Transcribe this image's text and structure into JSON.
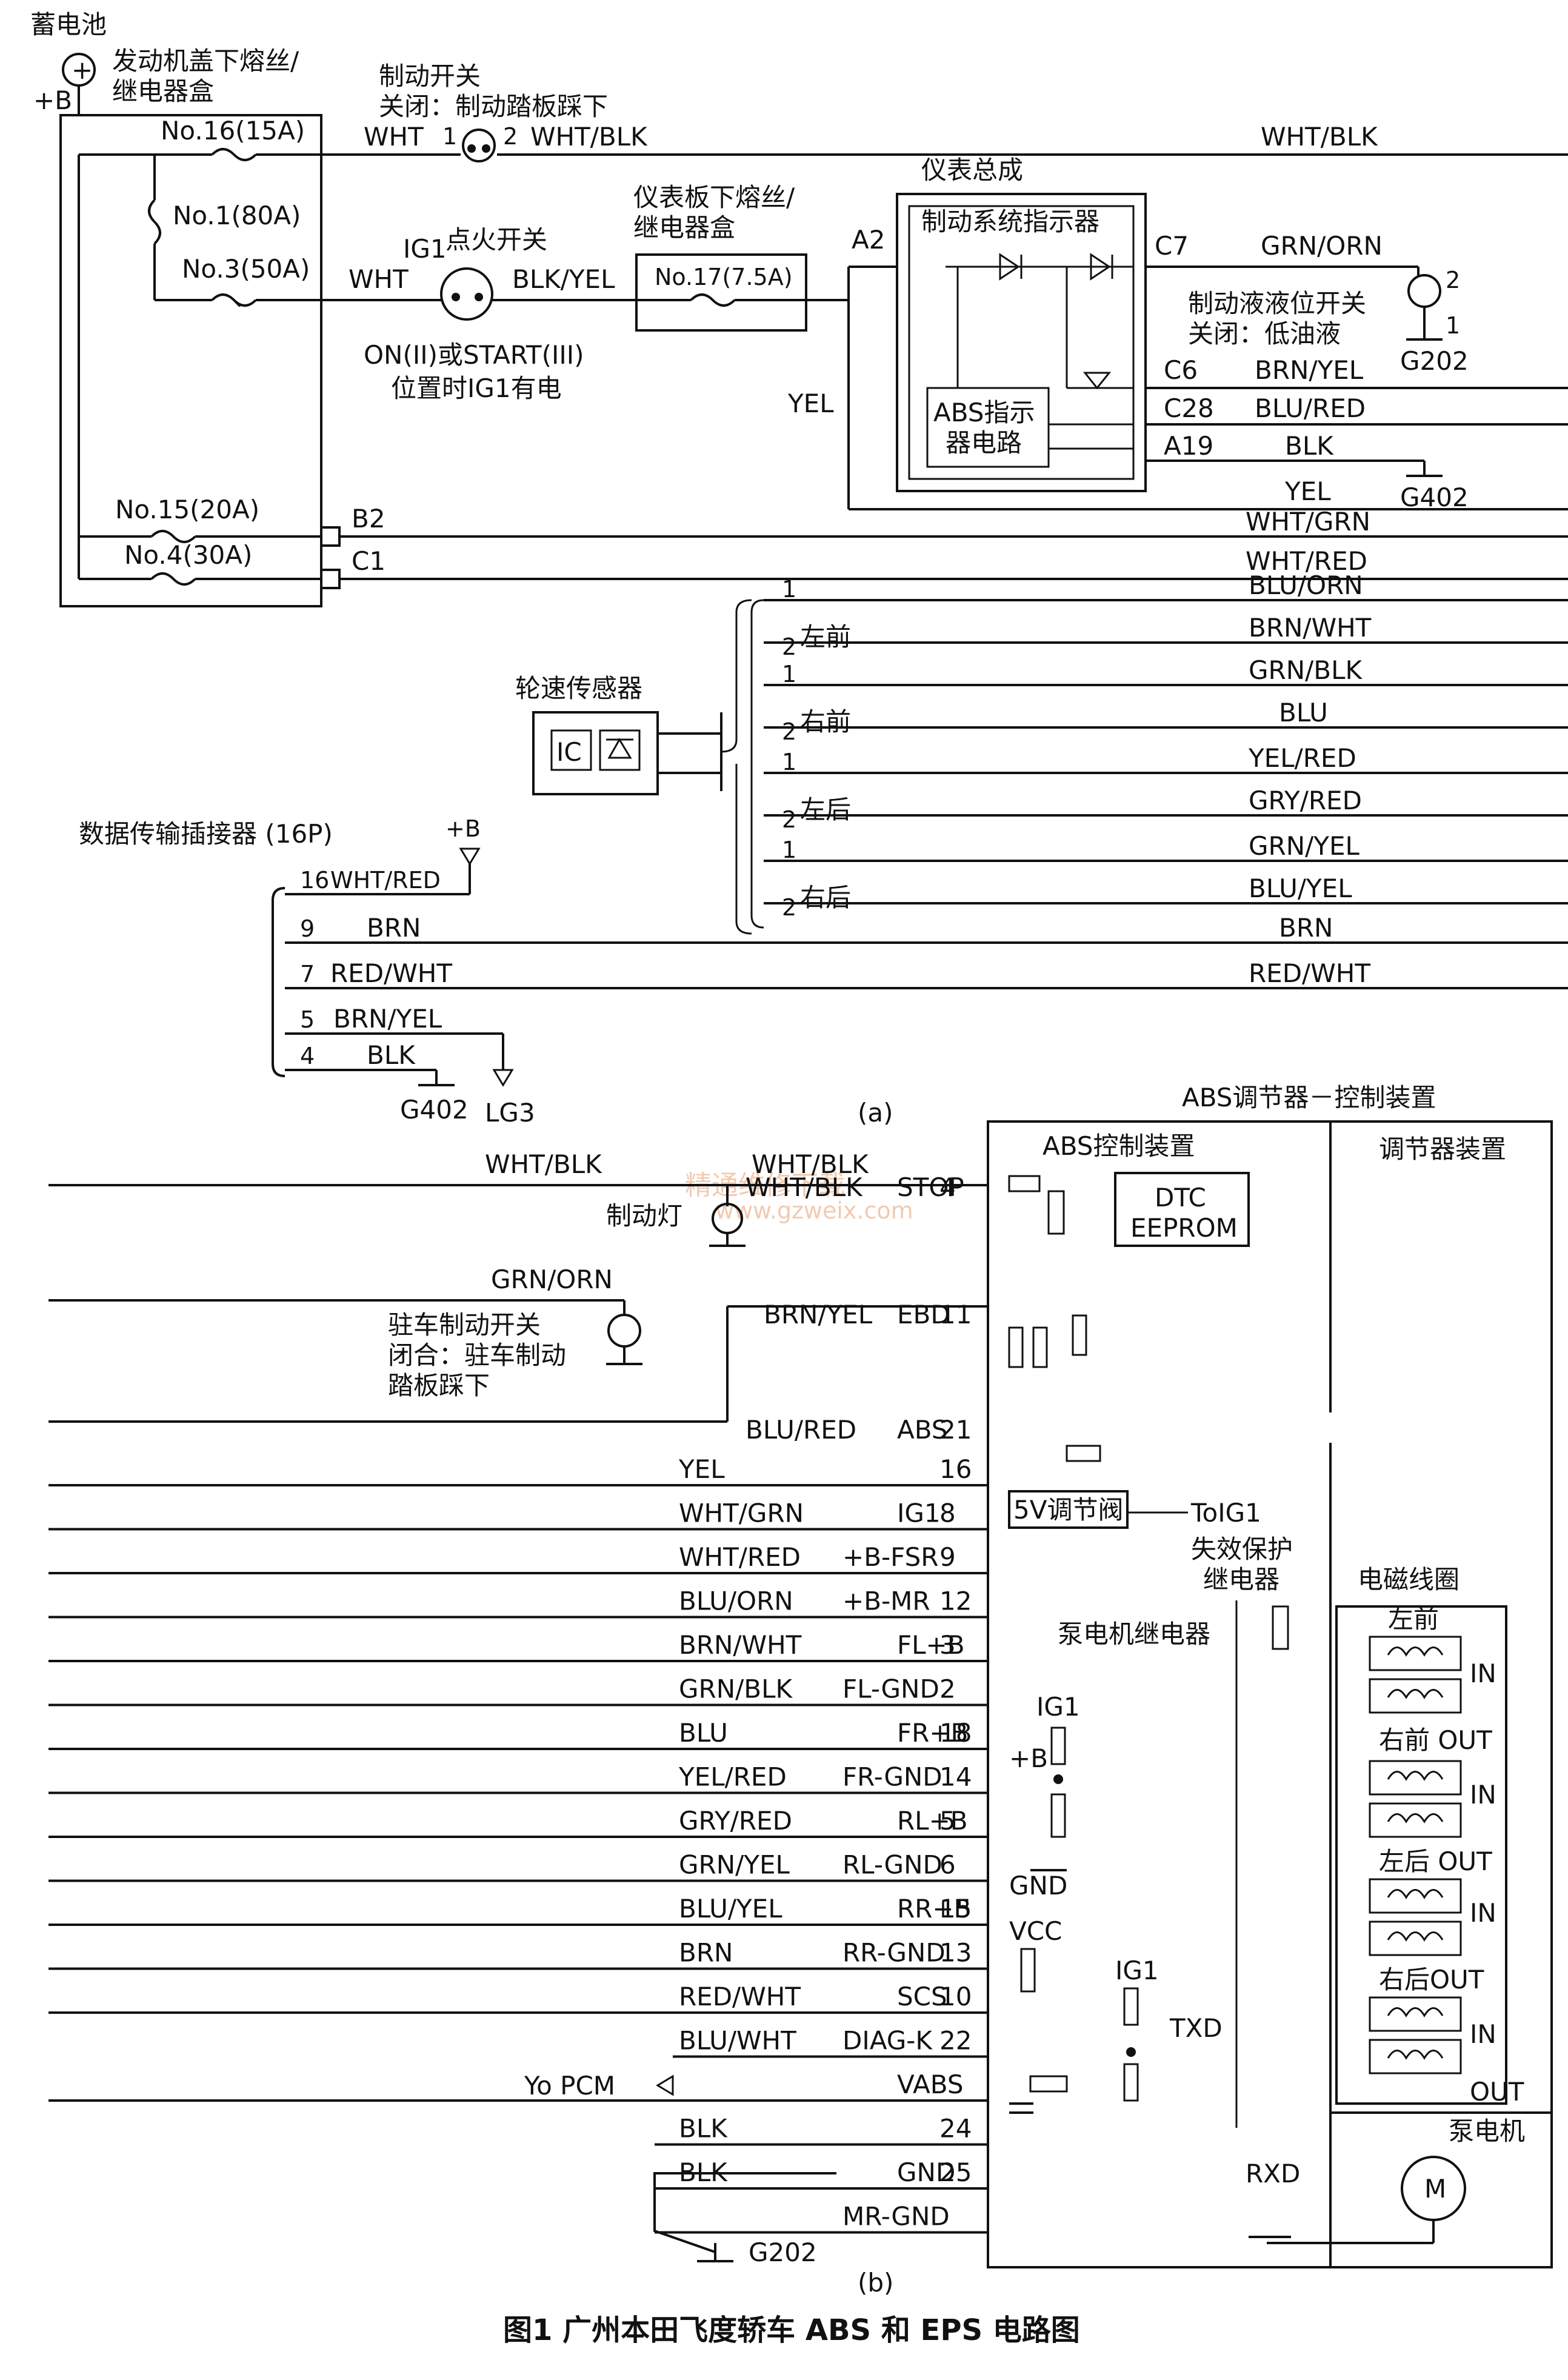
{
  "caption": "图1    广州本田飞度轿车 ABS 和 EPS 电路图",
  "sub_a": "(a)",
  "sub_b": "(b)",
  "watermark": "精通维修下载",
  "watermark_url": "www.gzweix.com",
  "top": {
    "battery": "蓄电池",
    "plus_b": "+B",
    "fuse_box_1": "发动机盖下熔丝/",
    "fuse_box_2": "继电器盒",
    "brake_switch_1": "制动开关",
    "brake_switch_2": "关闭：制动踏板踩下",
    "fuse16": "No.16(15A)",
    "fuse1": "No.1(80A)",
    "fuse3": "No.3(50A)",
    "fuse15": "No.15(20A)",
    "fuse4": "No.4(30A)",
    "fuse17": "No.17(7.5A)",
    "dash_fuse_1": "仪表板下熔丝/",
    "dash_fuse_2": "继电器盒",
    "ig_switch_1": "IG1",
    "ig_switch_2": "点火开关",
    "ig_note_1": "ON(II)或START(III)",
    "ig_note_2": "位置时IG1有电",
    "cluster": "仪表总成",
    "brake_ind": "制动系统指示器",
    "abs_ind_1": "ABS指示",
    "abs_ind_2": "器电路",
    "fluid_sw_1": "制动液液位开关",
    "fluid_sw_2": "关闭：低油液",
    "wheel_sensor": "轮速传感器",
    "ic": "IC",
    "dlc": "数据传输插接器 (16P)",
    "wires": {
      "wht": "WHT",
      "wht_blk": "WHT/BLK",
      "blk_yel": "BLK/YEL",
      "grn_orn": "GRN/ORN",
      "brn_yel": "BRN/YEL",
      "blu_red": "BLU/RED",
      "blk": "BLK",
      "yel": "YEL",
      "wht_grn": "WHT/GRN",
      "wht_red": "WHT/RED",
      "blu_orn": "BLU/ORN",
      "brn_wht": "BRN/WHT",
      "grn_blk": "GRN/BLK",
      "blu": "BLU",
      "yel_red": "YEL/RED",
      "gry_red": "GRY/RED",
      "grn_yel": "GRN/YEL",
      "blu_yel": "BLU/YEL",
      "brn": "BRN",
      "red_wht": "RED/WHT"
    },
    "pins": {
      "a2": "A2",
      "c7": "C7",
      "c6": "C6",
      "c28": "C28",
      "a19": "A19",
      "b2": "B2",
      "c1": "C1",
      "p1": "1",
      "p2": "2"
    },
    "grounds": {
      "g202": "G202",
      "g402": "G402",
      "lg3": "LG3"
    },
    "wheels": {
      "fl": "左前",
      "fr": "右前",
      "rl": "左后",
      "rr": "右后"
    },
    "dlc_pins": {
      "p16": "16",
      "p16_wire": "WHT/RED",
      "p9": "9",
      "p7": "7",
      "p5": "5",
      "p4": "4"
    }
  },
  "bottom": {
    "unit": "ABS调节器－控制装置",
    "abs_ctrl": "ABS控制装置",
    "reg_unit": "调节器装置",
    "dtc": "DTC",
    "eeprom": "EEPROM",
    "stop_lamp": "制动灯",
    "park_sw_1": "驻车制动开关",
    "park_sw_2": "闭合：驻车制动",
    "park_sw_3": "踏板踩下",
    "v5": "5V调节阀",
    "to_ig1": "ToIG1",
    "failsafe_1": "失效保护",
    "failsafe_2": "继电器",
    "coil": "电磁线圈",
    "pump_relay": "泵电机继电器",
    "pump_motor": "泵电机",
    "motor_m": "M",
    "ig1": "IG1",
    "plusb": "+B",
    "gnd": "GND",
    "vcc": "VCC",
    "txd": "TXD",
    "rxd": "RXD",
    "in": "IN",
    "out": "OUT",
    "fl": "左前",
    "fr_out": "右前 OUT",
    "rl_out": "左后 OUT",
    "rr_out": "右后OUT",
    "yo_pcm": "Yo PCM",
    "g202": "G202"
  },
  "connector_rows": [
    {
      "wire": "WHT/BLK",
      "pin": "4",
      "sig": "STOP"
    },
    {
      "wire": "BRN/YEL",
      "pin": "11",
      "sig": "EBD"
    },
    {
      "wire": "BLU/RED",
      "pin": "21",
      "sig": "ABS"
    },
    {
      "wire": "YEL",
      "pin": "16",
      "sig": ""
    },
    {
      "wire": "WHT/GRN",
      "pin": "8",
      "sig": "IG1"
    },
    {
      "wire": "WHT/RED",
      "pin": "9",
      "sig": "+B-FSR"
    },
    {
      "wire": "BLU/ORN",
      "pin": "12",
      "sig": "+B-MR"
    },
    {
      "wire": "BRN/WHT",
      "pin": "3",
      "sig": "FL+B"
    },
    {
      "wire": "GRN/BLK",
      "pin": "2",
      "sig": "FL-GND"
    },
    {
      "wire": "BLU",
      "pin": "18",
      "sig": "FR+B"
    },
    {
      "wire": "YEL/RED",
      "pin": "14",
      "sig": "FR-GND"
    },
    {
      "wire": "GRY/RED",
      "pin": "5",
      "sig": "RL+B"
    },
    {
      "wire": "GRN/YEL",
      "pin": "6",
      "sig": "RL-GND"
    },
    {
      "wire": "BLU/YEL",
      "pin": "15",
      "sig": "RR+B"
    },
    {
      "wire": "BRN",
      "pin": "13",
      "sig": "RR-GND"
    },
    {
      "wire": "RED/WHT",
      "pin": "10",
      "sig": "SCS"
    },
    {
      "wire": "BLU/WHT",
      "pin": "22",
      "sig": "DIAG-K"
    },
    {
      "wire": "",
      "pin": "",
      "sig": "VABS"
    },
    {
      "wire": "BLK",
      "pin": "24",
      "sig": ""
    },
    {
      "wire": "BLK",
      "pin": "25",
      "sig": "GND"
    },
    {
      "wire": "",
      "pin": "",
      "sig": "MR-GND"
    }
  ],
  "extra_wires": {
    "grn_orn": "GRN/ORN",
    "wht_blk": "WHT/BLK"
  }
}
